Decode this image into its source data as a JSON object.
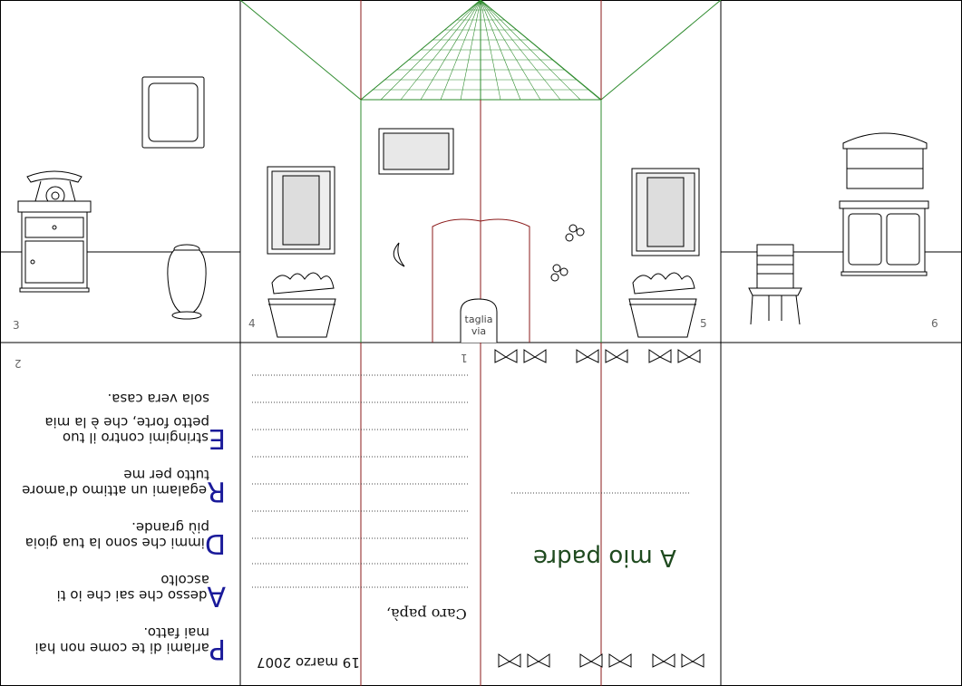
{
  "page_numbers": {
    "p1": "1",
    "p2": "2",
    "p3": "3",
    "p4": "4",
    "p5": "5",
    "p6": "6"
  },
  "door": {
    "cut_line1": "taglia",
    "cut_line2": "via"
  },
  "letter": {
    "date": "19 marzo 2007",
    "greeting": "Caro papà,"
  },
  "cover": {
    "title": "A mio padre"
  },
  "poem": {
    "lines": [
      "Parlami di te come non hai",
      "mai fatto.",
      "Adesso che sai che io ti",
      "ascolto",
      "Dimmi che sono la tua gioia",
      "più grande.",
      "Regalami un attimo d'amore",
      "tutto per me",
      "Estringimi contro il tuo",
      "petto forte, che è la mia",
      "sola vera casa."
    ]
  },
  "colors": {
    "fold_green": "#2e8b2e",
    "cut_red": "#8b1a1a",
    "acrostic_blue": "#1a1a9a",
    "title_green": "#1f4a1f"
  }
}
